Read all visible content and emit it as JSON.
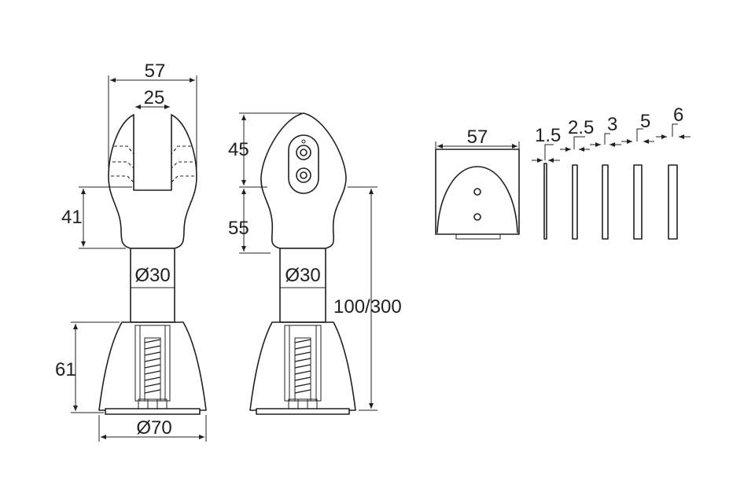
{
  "drawing": {
    "dims": {
      "width_top": "57",
      "slot": "25",
      "height_41": "41",
      "tube_a": "Ø30",
      "base_h": "61",
      "base_w": "Ø70",
      "upper_h": "45",
      "lower_h": "55",
      "tube_b": "Ø30",
      "overall": "100/300",
      "clip_w": "57",
      "glass_1": "1.5",
      "glass_2": "2.5",
      "glass_3": "3",
      "glass_4": "5",
      "glass_5": "6"
    },
    "colors": {
      "line": "#231f20",
      "background": "#ffffff"
    }
  }
}
